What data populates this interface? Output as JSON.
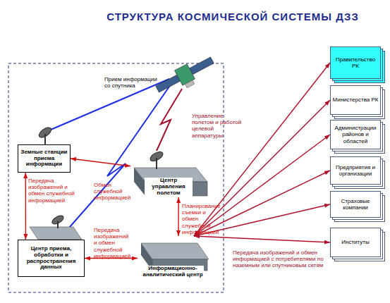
{
  "diagram": {
    "title": "СТРУКТУРА КОСМИЧЕСКОЙ СИСТЕМЫ ДЗЗ",
    "nodes": [
      {
        "text": [
          "Земные станции приема информации"
        ]
      },
      {
        "text": [
          "Центр управления полетом"
        ]
      },
      {
        "text": [
          "Центр приема, обработки и распространения данных"
        ]
      },
      {
        "text": [
          "Информационно-аналитический центр"
        ]
      },
      {
        "text": [
          "Правительство РК"
        ]
      },
      {
        "text": [
          "Министерства РК"
        ]
      },
      {
        "text": [
          "Администрации районов и областей"
        ]
      },
      {
        "text": [
          "Предприятия и организации"
        ]
      },
      {
        "text": [
          "Страховые компании"
        ]
      },
      {
        "text": [
          "Институты"
        ]
      }
    ],
    "edges": [
      {
        "from": 0,
        "to": 1,
        "arrow": "both",
        "label": "Обмен служебной информацией"
      },
      {
        "from": 0,
        "to": 2,
        "arrow": "both",
        "label": "Передача изображений и обмен служебной информацией"
      },
      {
        "from": 1,
        "to": 3,
        "arrow": "both",
        "label": "Планирование съемки и обмен служебной информацией"
      },
      {
        "from": 2,
        "to": 3,
        "arrow": "both",
        "label": "Передача изображений и обмен служебной информацией"
      },
      {
        "from": 3,
        "to": 4,
        "arrow": "both"
      },
      {
        "from": 3,
        "to": 5,
        "arrow": "both"
      },
      {
        "from": 3,
        "to": 6,
        "arrow": "both"
      },
      {
        "from": 3,
        "to": 7,
        "arrow": "both"
      },
      {
        "from": 3,
        "to": 8,
        "arrow": "both"
      },
      {
        "from": 3,
        "to": 9,
        "arrow": "both"
      }
    ],
    "labels": [
      "Прием информации со спутника",
      "Управление полетом и работой целевой аппаратуры",
      "Передача изображений и обмен информацией с потребителями по наземным или спутниковым сетям"
    ]
  }
}
